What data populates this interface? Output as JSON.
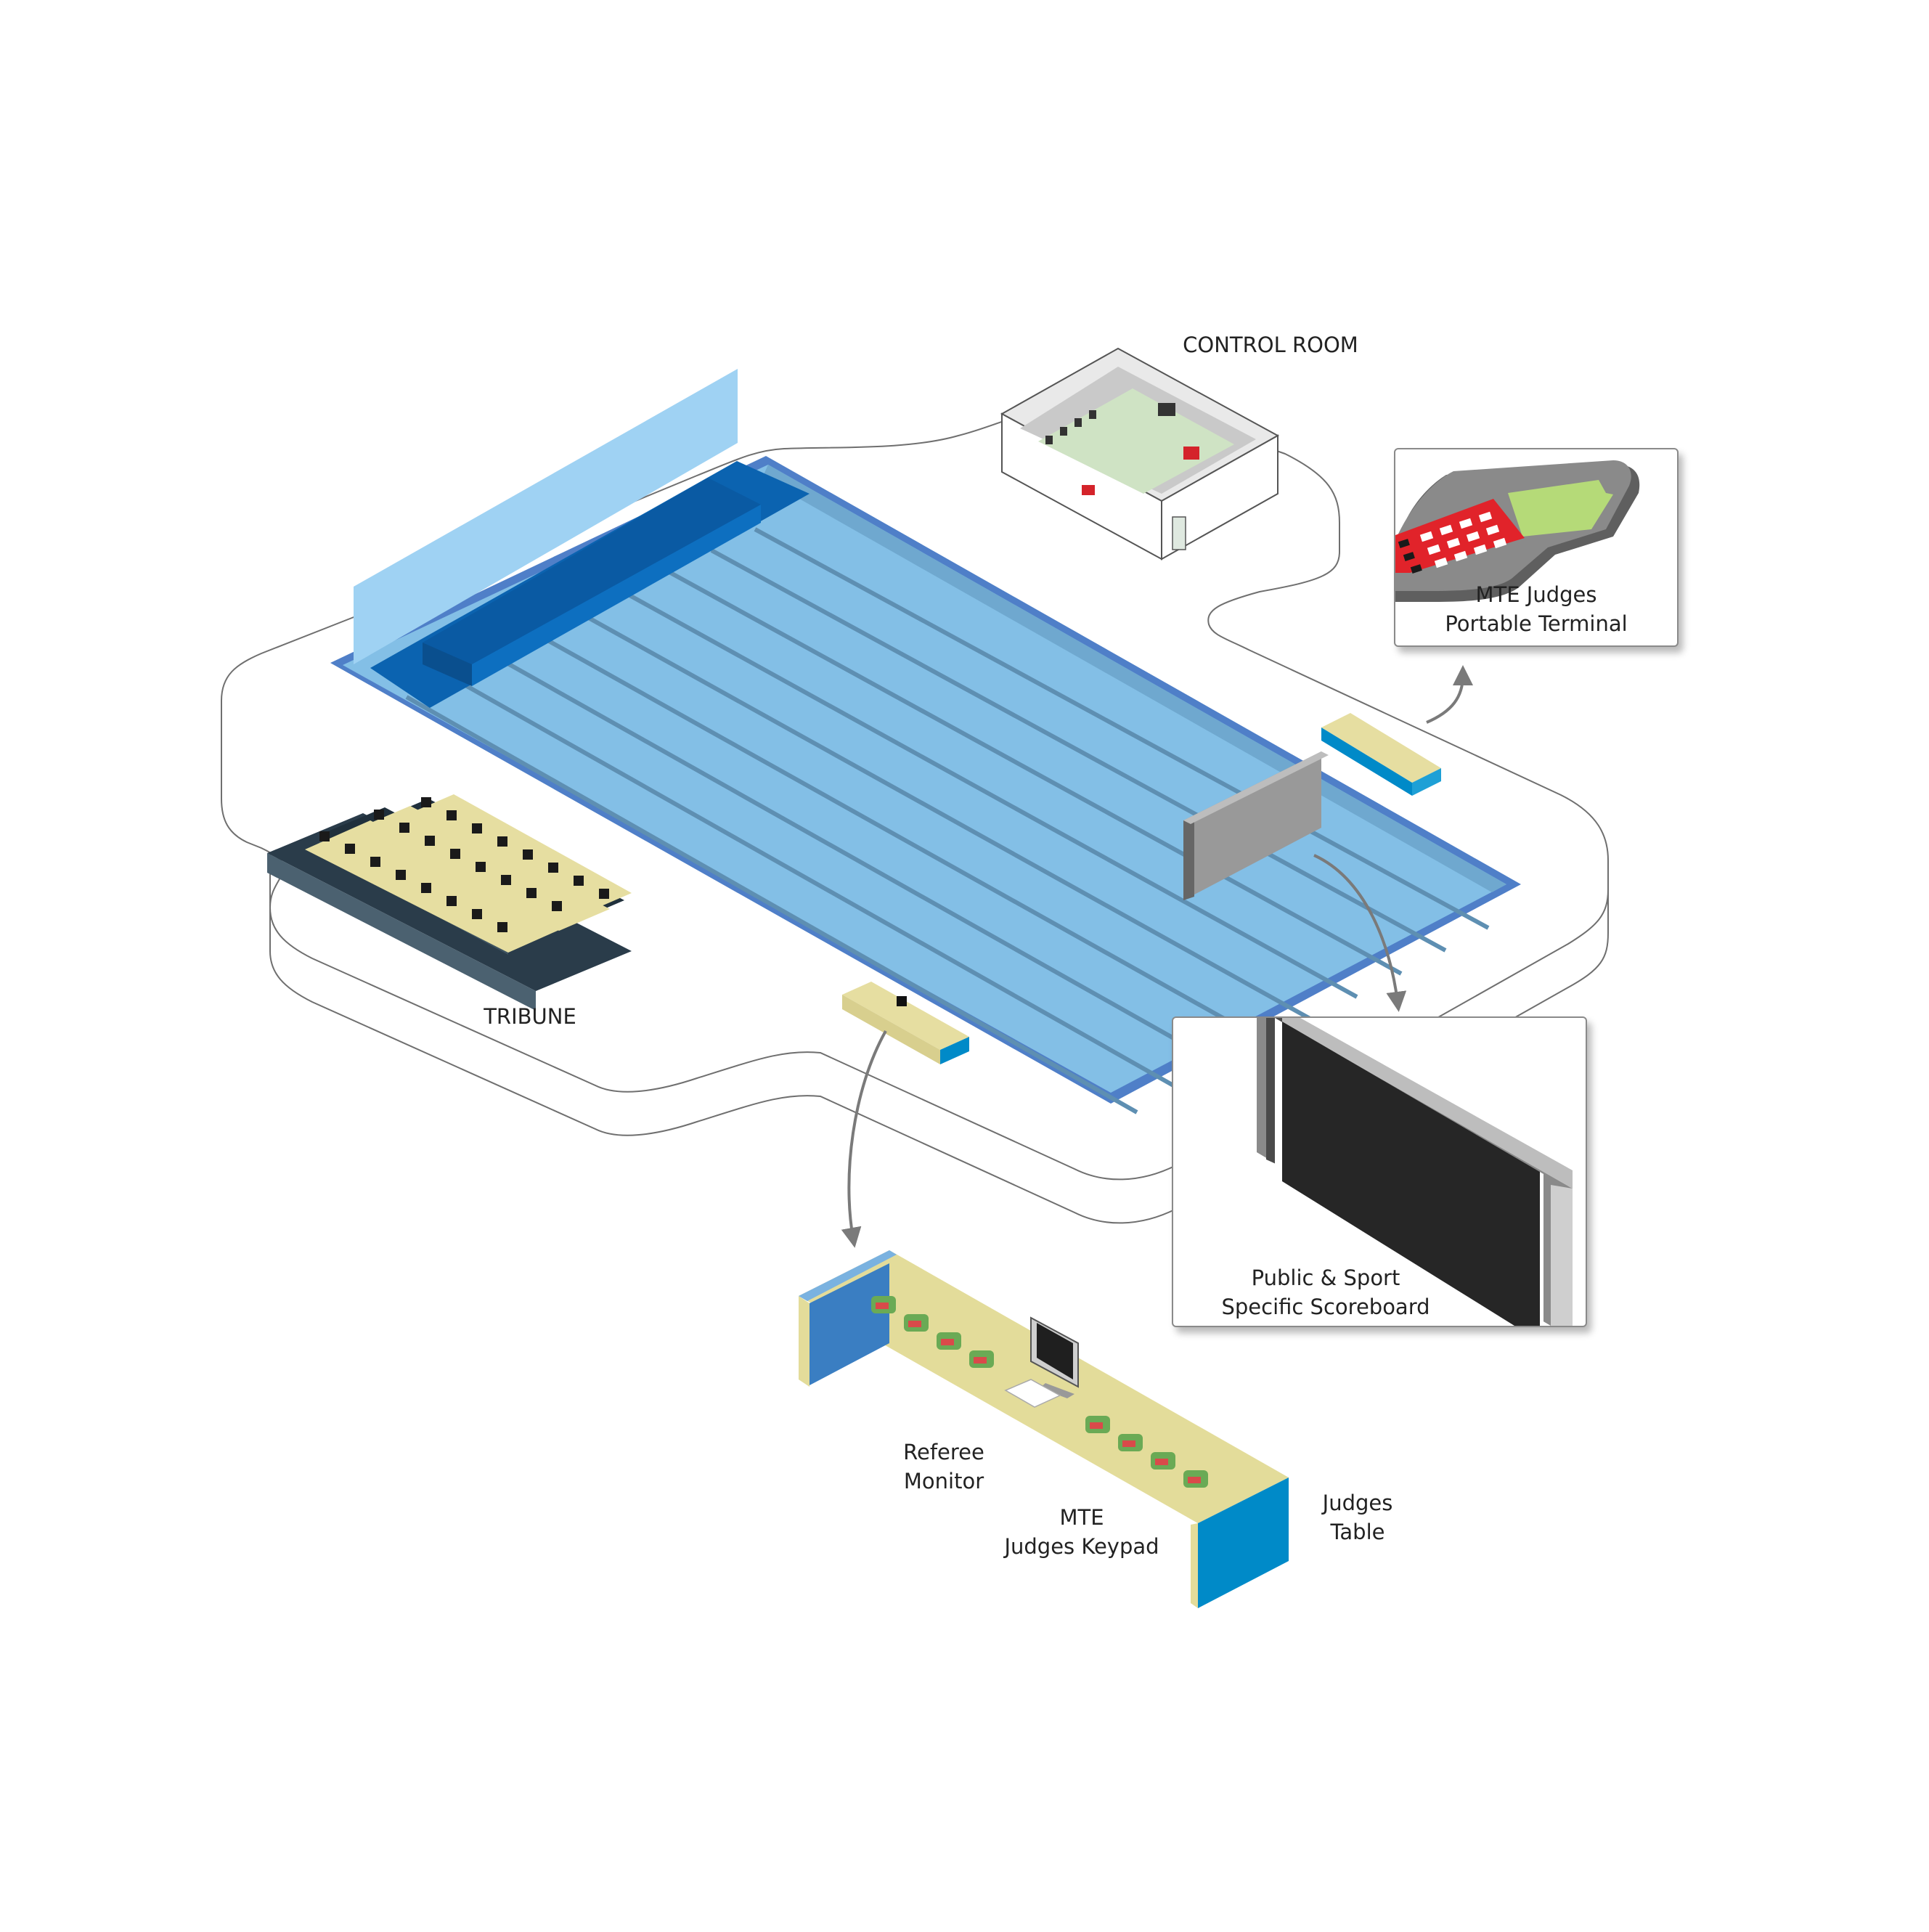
{
  "labels": {
    "control_room": "CONTROL ROOM",
    "tribune": "TRIBUNE",
    "terminal_line1": "MTE Judges",
    "terminal_line2": "Portable Terminal",
    "scoreboard_line1": "Public & Sport",
    "scoreboard_line2": "Specific Scoreboard",
    "referee_line1": "Referee",
    "referee_line2": "Monitor",
    "keypad_line1": "MTE",
    "keypad_line2": "Judges Keypad",
    "table_line1": "Judges",
    "table_line2": "Table"
  },
  "icons": [
    "pool",
    "control-room",
    "tribune",
    "scoreboard-panel",
    "judges-desk",
    "portable-terminal",
    "referee-monitor",
    "judges-keypad",
    "arrow"
  ],
  "colors": {
    "pool_water": "#83bfe6",
    "pool_edge": "#4f7fc8",
    "deep_blue": "#0b63b0",
    "wall_blue": "#9fd2f3",
    "table_top": "#e6dea1",
    "table_side": "#008ac8",
    "terminal_red": "#e1232a",
    "terminal_screen": "#b5da78"
  }
}
